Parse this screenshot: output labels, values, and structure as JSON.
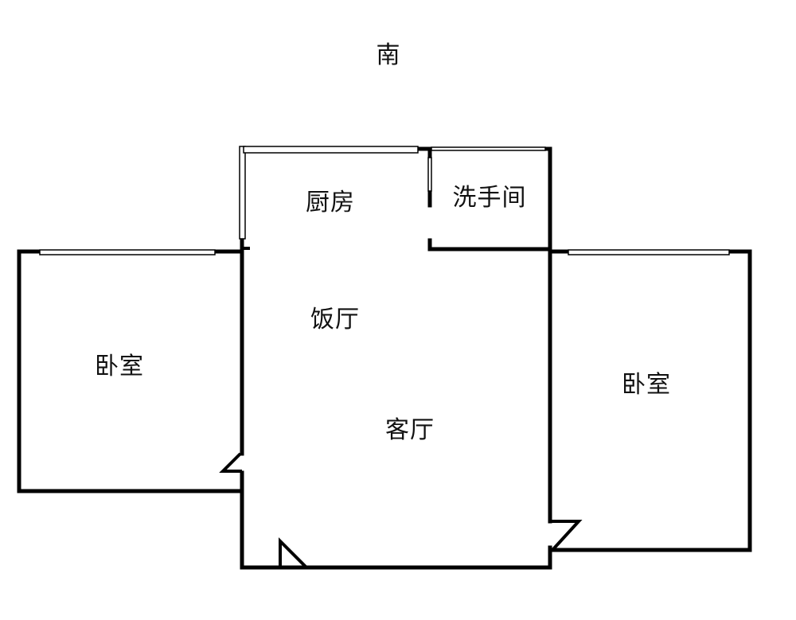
{
  "orientation": {
    "label": "南"
  },
  "rooms": {
    "kitchen": "厨房",
    "bathroom": "洗手间",
    "dining": "饭厅",
    "living": "客厅",
    "bedroom_left": "卧室",
    "bedroom_right": "卧室"
  },
  "colors": {
    "wall": "#000000",
    "background": "#ffffff"
  }
}
